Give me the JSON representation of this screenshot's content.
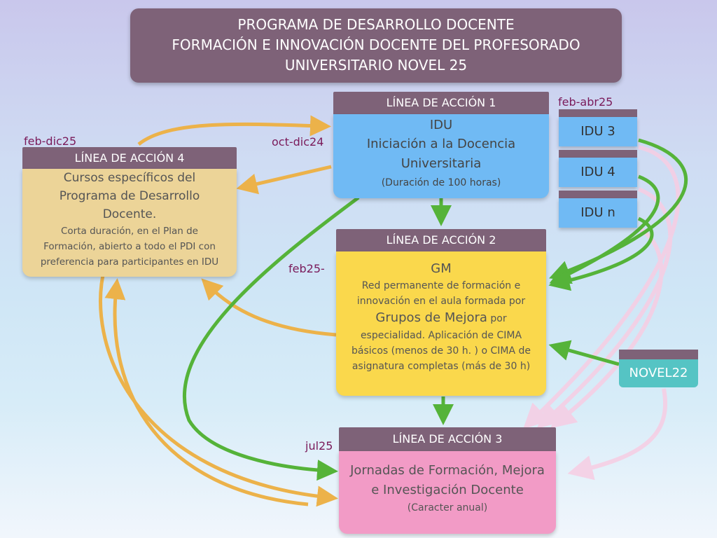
{
  "title": {
    "line1": "PROGRAMA DE DESARROLLO DOCENTE",
    "line2": "FORMACIÓN E INNOVACIÓN DOCENTE DEL PROFESORADO",
    "line3": "UNIVERSITARIO NOVEL 25"
  },
  "linea1": {
    "header": "LÍNEA DE ACCIÓN 1",
    "date": "oct-dic24",
    "name": "IDU",
    "desc1": "Iniciación a la Docencia",
    "desc2": "Universitaria",
    "duration": "(Duración de 100 horas)"
  },
  "linea2": {
    "header": "LÍNEA DE ACCIÓN 2",
    "date": "feb25-",
    "name": "GM",
    "desc1": "Red permanente de formación e",
    "desc2": "innovación en el aula formada por",
    "desc3a": "Grupos de Mejora",
    "desc3b": " por",
    "desc4": "especialidad. Aplicación de CIMA",
    "desc5": "básicos (menos de 30 h. ) o CIMA de",
    "desc6": "asignatura completas (más de 30 h)"
  },
  "linea3": {
    "header": "LÍNEA DE ACCIÓN 3",
    "date": "jul25",
    "desc1": "Jornadas de Formación, Mejora",
    "desc2": "e Investigación Docente",
    "desc3": "(Caracter anual)"
  },
  "linea4": {
    "header": "LÍNEA DE ACCIÓN 4",
    "date": "feb-dic25",
    "desc1": "Cursos específicos del",
    "desc2": "Programa de Desarrollo",
    "desc3": "Docente.",
    "desc4": "Corta duración, en el Plan de",
    "desc5": "Formación, abierto a todo el PDI con",
    "desc6": "preferencia para participantes en IDU"
  },
  "idu_group": {
    "date": "feb-abr25",
    "items": [
      "IDU 3",
      "IDU 4",
      "IDU n"
    ]
  },
  "novel22": {
    "label": "NOVEL22"
  },
  "colors": {
    "header": "#7e6278",
    "linea1": "#70baf4",
    "linea2": "#fad84c",
    "linea3": "#f29bc6",
    "linea4": "#ecd498",
    "novel22": "#55c4c4",
    "green_arrow": "#55b339",
    "orange_arrow": "#ecb24a",
    "pink_arrow": "#f5c4de"
  }
}
